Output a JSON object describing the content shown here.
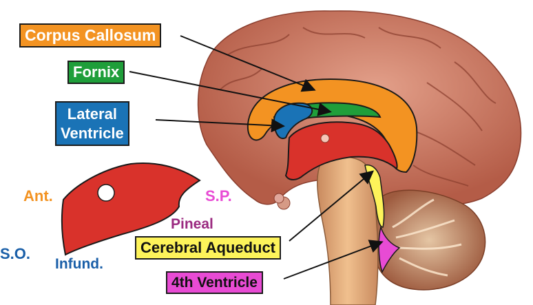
{
  "labels": {
    "corpus_callosum": "Corpus Callosum",
    "fornix": "Fornix",
    "lateral_ventricle_line1": "Lateral",
    "lateral_ventricle_line2": "Ventricle",
    "cerebral_aqueduct": "Cerebral Aqueduct",
    "fourth_ventricle": "4th Ventricle"
  },
  "third_ventricle_markers": {
    "ant": "Ant.",
    "sp": "S.P.",
    "pineal": "Pineal",
    "so": "S.O.",
    "infund": "Infund."
  },
  "colors": {
    "corpus_callosum": "#f39322",
    "fornix": "#1f9e3a",
    "lateral_ventricle": "#1a73b6",
    "third_ventricle": "#d9322b",
    "cerebral_aqueduct": "#fdf35a",
    "fourth_ventricle": "#e84bd4",
    "brain_tissue": "#c9775f",
    "brainstem": "#e0a57a"
  }
}
